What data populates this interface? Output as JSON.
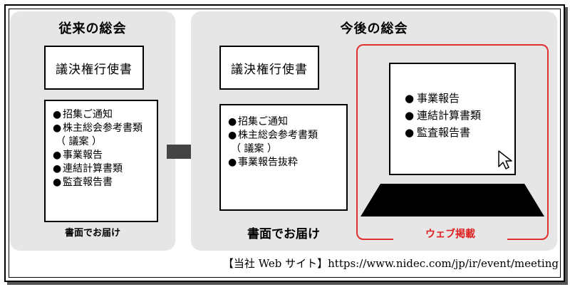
{
  "left_panel": {
    "title": "従来の総会",
    "proxy_box": "議決権行使書",
    "items": [
      "招集ご通知",
      "株主総会参考書類",
      "（ 議案 ）",
      "事業報告",
      "連結計算書類",
      "監査報告書"
    ],
    "caption": "書面でお届け"
  },
  "right_panel": {
    "title": "今後の総会",
    "proxy_box": "議決権行使書",
    "items": [
      "招集ご通知",
      "株主総会参考書類",
      "（ 議案 ）",
      "事業報告抜粋"
    ],
    "caption": "書面でお届け",
    "web_label": "ウェブ掲載",
    "web_items": [
      "事業報告",
      "連結計算書類",
      "監査報告書"
    ]
  },
  "footer": "【当社 Web サイト】https://www.nidec.com/jp/ir/event/meeting",
  "colors": {
    "panel_bg": "#e6e6e6",
    "web_accent": "#e03030",
    "arrow": "#444444"
  },
  "icons": {
    "arrow": "right-arrow-icon",
    "cursor": "mouse-pointer-icon",
    "laptop": "laptop-icon"
  }
}
